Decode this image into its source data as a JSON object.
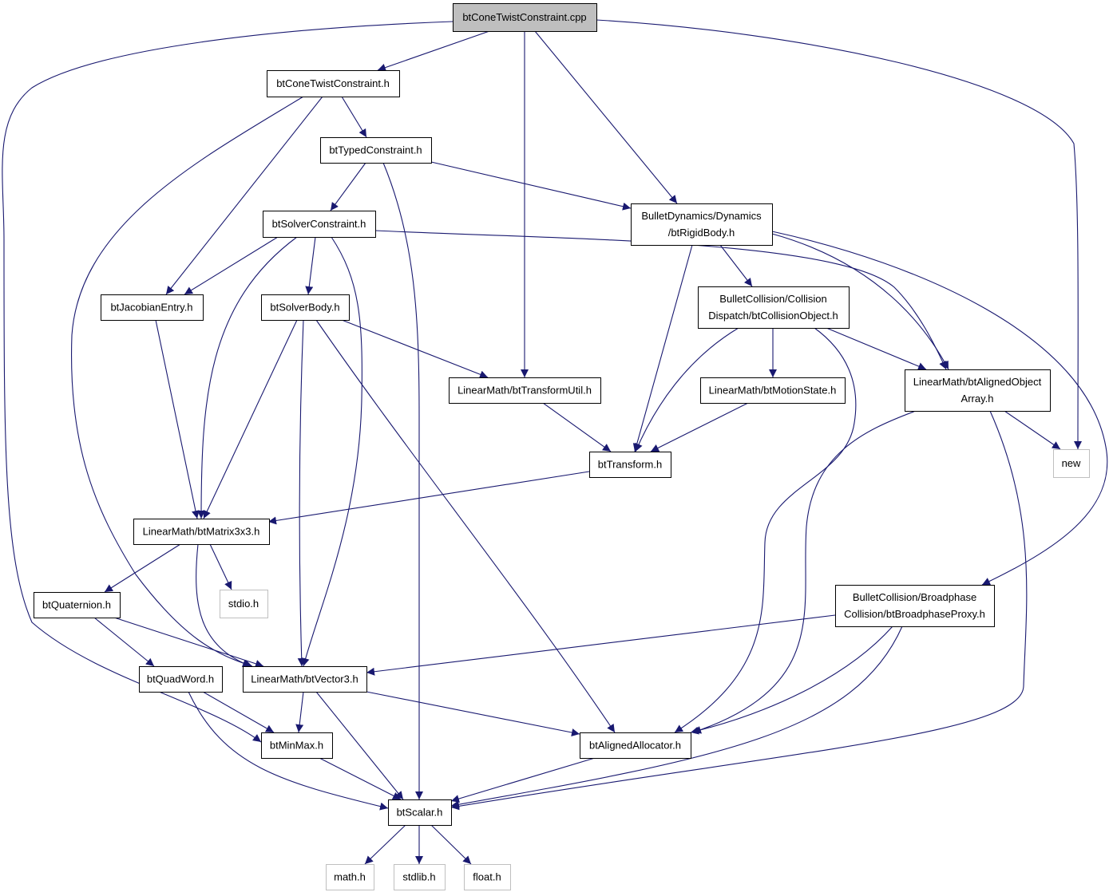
{
  "diagram": {
    "edge_color": "#191970",
    "root_fill": "#bfbfbf",
    "system_header_stroke": "#bfbfbf",
    "nodes": [
      {
        "id": "n0",
        "kind": "root",
        "lines": [
          "btConeTwistConstraint.cpp"
        ]
      },
      {
        "id": "n1",
        "kind": "project",
        "lines": [
          "btConeTwistConstraint.h"
        ]
      },
      {
        "id": "n2",
        "kind": "project",
        "lines": [
          "btTypedConstraint.h"
        ]
      },
      {
        "id": "n3",
        "kind": "project",
        "lines": [
          "btSolverConstraint.h"
        ]
      },
      {
        "id": "n4",
        "kind": "project",
        "lines": [
          "BulletDynamics/Dynamics",
          "/btRigidBody.h"
        ]
      },
      {
        "id": "n5",
        "kind": "project",
        "lines": [
          "btJacobianEntry.h"
        ]
      },
      {
        "id": "n6",
        "kind": "project",
        "lines": [
          "btSolverBody.h"
        ]
      },
      {
        "id": "n7",
        "kind": "project",
        "lines": [
          "BulletCollision/Collision",
          "Dispatch/btCollisionObject.h"
        ]
      },
      {
        "id": "n8",
        "kind": "project",
        "lines": [
          "LinearMath/btTransformUtil.h"
        ]
      },
      {
        "id": "n9",
        "kind": "project",
        "lines": [
          "LinearMath/btMotionState.h"
        ]
      },
      {
        "id": "n10",
        "kind": "project",
        "lines": [
          "LinearMath/btAlignedObject",
          "Array.h"
        ]
      },
      {
        "id": "n11",
        "kind": "project",
        "lines": [
          "btTransform.h"
        ]
      },
      {
        "id": "n12",
        "kind": "system",
        "lines": [
          "new"
        ]
      },
      {
        "id": "n13",
        "kind": "project",
        "lines": [
          "LinearMath/btMatrix3x3.h"
        ]
      },
      {
        "id": "n14",
        "kind": "project",
        "lines": [
          "BulletCollision/Broadphase",
          "Collision/btBroadphaseProxy.h"
        ]
      },
      {
        "id": "n15",
        "kind": "project",
        "lines": [
          "btQuaternion.h"
        ]
      },
      {
        "id": "n16",
        "kind": "system",
        "lines": [
          "stdio.h"
        ]
      },
      {
        "id": "n17",
        "kind": "project",
        "lines": [
          "btQuadWord.h"
        ]
      },
      {
        "id": "n18",
        "kind": "project",
        "lines": [
          "LinearMath/btVector3.h"
        ]
      },
      {
        "id": "n19",
        "kind": "project",
        "lines": [
          "btMinMax.h"
        ]
      },
      {
        "id": "n20",
        "kind": "project",
        "lines": [
          "btAlignedAllocator.h"
        ]
      },
      {
        "id": "n21",
        "kind": "project",
        "lines": [
          "btScalar.h"
        ]
      },
      {
        "id": "n22",
        "kind": "system",
        "lines": [
          "math.h"
        ]
      },
      {
        "id": "n23",
        "kind": "system",
        "lines": [
          "stdlib.h"
        ]
      },
      {
        "id": "n24",
        "kind": "system",
        "lines": [
          "float.h"
        ]
      }
    ],
    "edges": [
      {
        "from": "n0",
        "to": "n1"
      },
      {
        "from": "n0",
        "to": "n4"
      },
      {
        "from": "n0",
        "to": "n8"
      },
      {
        "from": "n0",
        "to": "n12"
      },
      {
        "from": "n0",
        "to": "n19"
      },
      {
        "from": "n1",
        "to": "n2"
      },
      {
        "from": "n1",
        "to": "n5"
      },
      {
        "from": "n1",
        "to": "n18"
      },
      {
        "from": "n2",
        "to": "n3"
      },
      {
        "from": "n2",
        "to": "n4"
      },
      {
        "from": "n2",
        "to": "n21"
      },
      {
        "from": "n3",
        "to": "n5"
      },
      {
        "from": "n3",
        "to": "n6"
      },
      {
        "from": "n3",
        "to": "n13"
      },
      {
        "from": "n3",
        "to": "n18"
      },
      {
        "from": "n3",
        "to": "n10"
      },
      {
        "from": "n4",
        "to": "n7"
      },
      {
        "from": "n4",
        "to": "n11"
      },
      {
        "from": "n4",
        "to": "n10"
      },
      {
        "from": "n4",
        "to": "n14"
      },
      {
        "from": "n5",
        "to": "n13"
      },
      {
        "from": "n6",
        "to": "n8"
      },
      {
        "from": "n6",
        "to": "n13"
      },
      {
        "from": "n6",
        "to": "n18"
      },
      {
        "from": "n6",
        "to": "n20"
      },
      {
        "from": "n7",
        "to": "n9"
      },
      {
        "from": "n7",
        "to": "n10"
      },
      {
        "from": "n7",
        "to": "n11"
      },
      {
        "from": "n7",
        "to": "n20"
      },
      {
        "from": "n8",
        "to": "n11"
      },
      {
        "from": "n9",
        "to": "n11"
      },
      {
        "from": "n10",
        "to": "n12"
      },
      {
        "from": "n10",
        "to": "n20"
      },
      {
        "from": "n10",
        "to": "n21"
      },
      {
        "from": "n11",
        "to": "n13"
      },
      {
        "from": "n13",
        "to": "n15"
      },
      {
        "from": "n13",
        "to": "n16"
      },
      {
        "from": "n13",
        "to": "n18"
      },
      {
        "from": "n14",
        "to": "n18"
      },
      {
        "from": "n14",
        "to": "n20"
      },
      {
        "from": "n14",
        "to": "n21"
      },
      {
        "from": "n15",
        "to": "n17"
      },
      {
        "from": "n15",
        "to": "n18"
      },
      {
        "from": "n17",
        "to": "n19"
      },
      {
        "from": "n17",
        "to": "n21"
      },
      {
        "from": "n18",
        "to": "n19"
      },
      {
        "from": "n18",
        "to": "n20"
      },
      {
        "from": "n18",
        "to": "n21"
      },
      {
        "from": "n19",
        "to": "n21"
      },
      {
        "from": "n20",
        "to": "n21"
      },
      {
        "from": "n21",
        "to": "n22"
      },
      {
        "from": "n21",
        "to": "n23"
      },
      {
        "from": "n21",
        "to": "n24"
      }
    ]
  }
}
